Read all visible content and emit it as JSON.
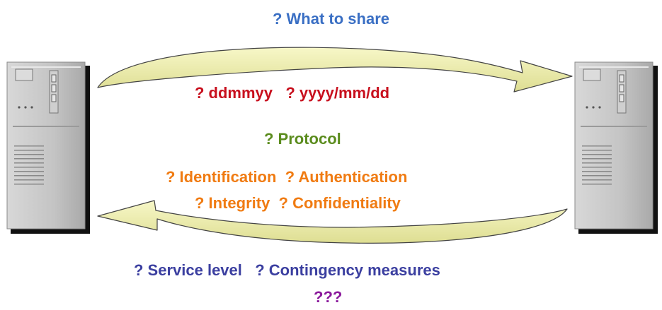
{
  "labels": {
    "what_to_share": "? What to share",
    "date_formats": "? ddmmyy   ? yyyy/mm/dd",
    "protocol": "? Protocol",
    "security_line1": "? Identification  ? Authentication",
    "security_line2": "? Integrity  ? Confidentiality",
    "service": "? Service level   ? Contingency measures",
    "unknown": "???"
  },
  "colors": {
    "what_to_share": "#3a6fc4",
    "date_formats": "#c8101e",
    "protocol": "#5b8c1e",
    "security": "#f07b12",
    "service": "#3b3fa0",
    "unknown": "#8b1a9c",
    "arrow_fill": "#f4f4b4",
    "server_body": "#c4c4c4"
  },
  "icons": {
    "left_server": "server-tower-icon",
    "right_server": "server-tower-icon",
    "top_arrow": "curved-arrow-right-icon",
    "bottom_arrow": "curved-arrow-left-icon"
  }
}
